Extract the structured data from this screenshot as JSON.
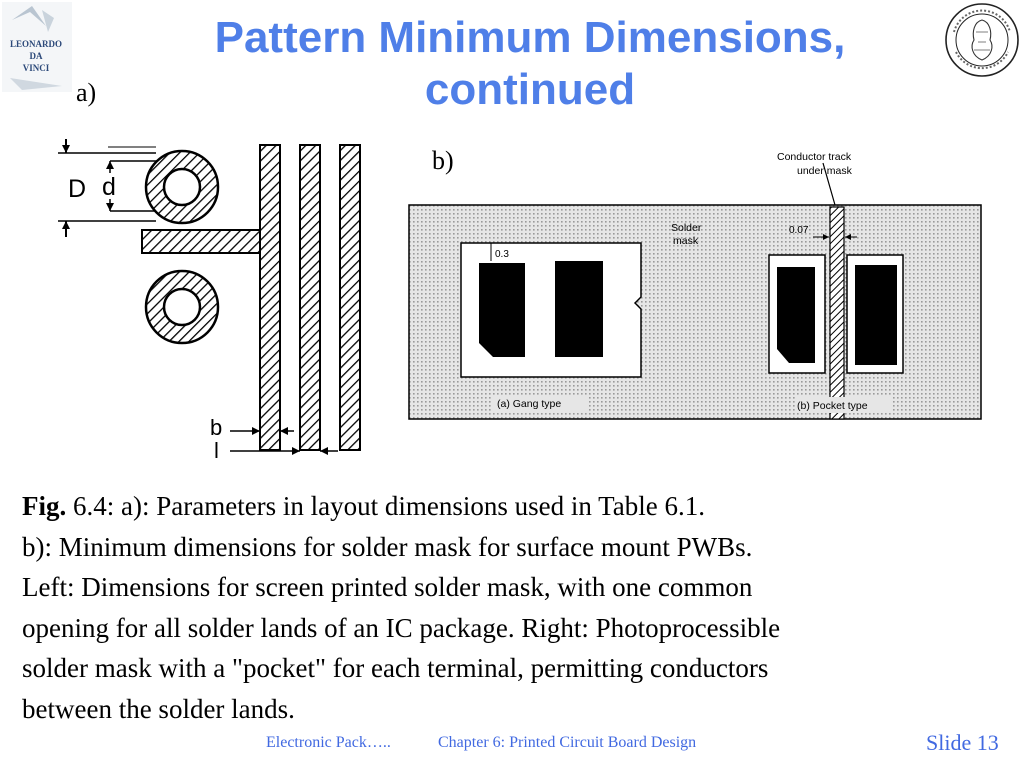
{
  "title_line1": "Pattern Minimum Dimensions,",
  "title_line2": "continued",
  "label_a": "a)",
  "label_b": "b)",
  "figure_a": {
    "D": "D",
    "d": "d",
    "b": "b",
    "l": "l"
  },
  "figure_b": {
    "conductor_line1": "Conductor track",
    "conductor_line2": "under mask",
    "solder_line1": "Solder",
    "solder_line2": "mask",
    "dim_03": "0.3",
    "dim_007": "0.07",
    "gang_caption": "(a) Gang type",
    "pocket_caption": "(b) Pocket type"
  },
  "logo_left_text": [
    "LEONARDO",
    "DA",
    "VINCI"
  ],
  "caption": {
    "fig_label": "Fig.",
    "line1": " 6.4: a): Parameters in layout dimensions used in Table 6.1.",
    "line2": "b): Minimum dimensions for solder mask for surface mount PWBs.",
    "line3": "Left: Dimensions for screen printed solder mask, with one common",
    "line4": "opening for all solder lands of an IC package. Right: Photoprocessible",
    "line5": "solder mask with a \"pocket\" for each terminal, permitting conductors",
    "line6": "between the solder lands."
  },
  "footer": {
    "left": "Electronic Pack…..",
    "chapter": "Chapter 6: Printed Circuit Board Design",
    "slide_label": "Slide",
    "slide_number": "13"
  },
  "colors": {
    "title": "#4f7fe8",
    "footer": "#4169e1"
  }
}
